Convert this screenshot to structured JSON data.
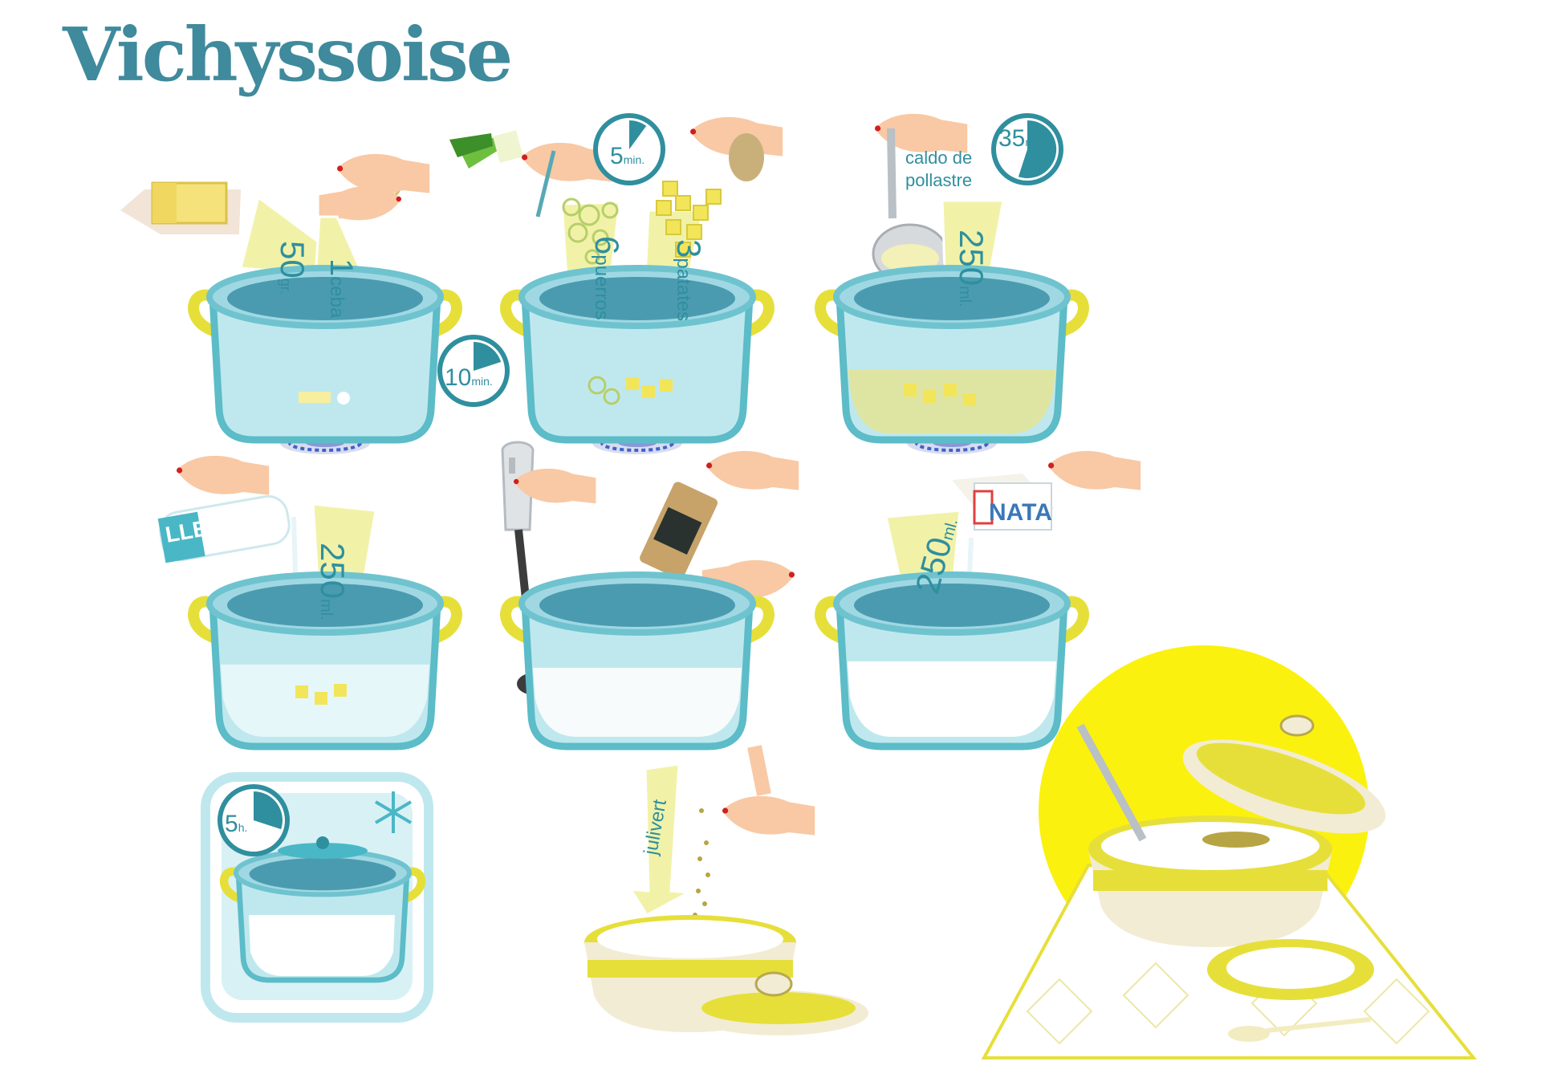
{
  "title": "Vichyssoise",
  "colors": {
    "teal_dark": "#2f8f9e",
    "teal_water": "#4b9bb0",
    "pot_glass": "#bfe8ee",
    "yellow": "#e6df3a",
    "arrow_fill": "#f1f2a8",
    "sun": "#fbf10f"
  },
  "steps": {
    "s1": {
      "amount1_num": "50",
      "amount1_unit": "gr.",
      "amount2_num": "1",
      "amount2_unit": "ceba",
      "timer": "10",
      "timer_unit": "min.",
      "timer_fraction": 0.2
    },
    "s2": {
      "amount1_num": "6",
      "amount1_unit": "puerros",
      "amount2_num": "3",
      "amount2_unit": "patates",
      "timer": "5",
      "timer_unit": "min.",
      "timer_fraction": 0.1
    },
    "s3": {
      "label_line1": "caldo de",
      "label_line2": "pollastre",
      "amount_num": "250",
      "amount_unit": "ml.",
      "timer": "35",
      "timer_unit": "min.",
      "timer_fraction": 0.55
    },
    "s4": {
      "bottle_label": "LLET",
      "amount_num": "250",
      "amount_unit": "ml."
    },
    "s6": {
      "carton_label": "NATA",
      "amount_num": "250",
      "amount_unit": "ml."
    },
    "s7": {
      "timer": "5",
      "timer_unit": "h.",
      "timer_fraction": 0.3
    },
    "s8": {
      "label": "julivert"
    }
  },
  "icons": [
    "butter-icon",
    "onion-icon",
    "leek-icon",
    "potato-icon",
    "ladle-icon",
    "milk-bottle-icon",
    "hand-blender-icon",
    "pepper-mill-icon",
    "cream-carton-icon",
    "snowflake-icon",
    "timer-icon",
    "gas-burner-icon",
    "soup-tureen-icon"
  ]
}
